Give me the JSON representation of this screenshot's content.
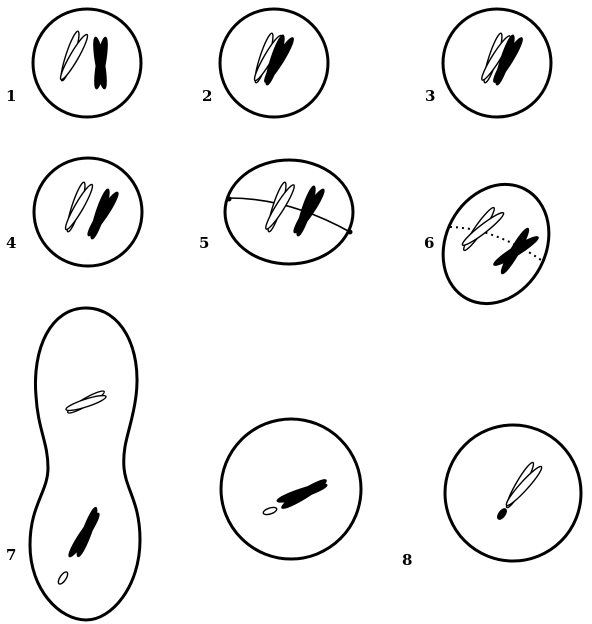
{
  "labels": {
    "stage_1": "1",
    "stage_2": "2",
    "stage_3": "3",
    "stage_4": "4",
    "stage_5": "5",
    "stage_6": "6",
    "stage_7": "7",
    "stage_8": "8"
  },
  "colors": {
    "outline": "#000000",
    "light_chromosome": "#ffffff",
    "dark_chromosome": "#000000"
  }
}
